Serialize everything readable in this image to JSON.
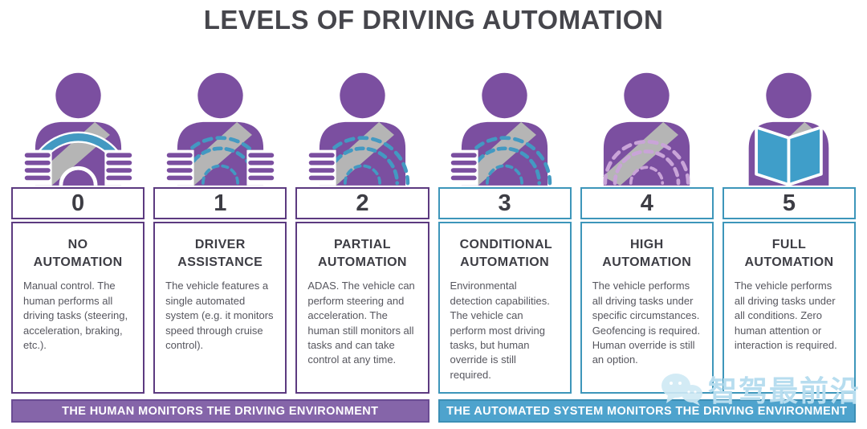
{
  "title": "LEVELS OF DRIVING AUTOMATION",
  "levels": [
    {
      "number": "0",
      "name": "NO AUTOMATION",
      "description": "Manual control. The human performs all driving tasks (steering, acceleration, braking, etc.).",
      "theme": "purple",
      "icon": "driver-hands-on-solid-wheel"
    },
    {
      "number": "1",
      "name": "DRIVER ASSISTANCE",
      "description": "The vehicle features a single automated system (e.g. it monitors speed through cruise control).",
      "theme": "purple",
      "icon": "driver-hands-on-dashed-wheel"
    },
    {
      "number": "2",
      "name": "PARTIAL AUTOMATION",
      "description": "ADAS. The vehicle can perform steering and acceleration. The human still monitors all tasks and can take control at any time.",
      "theme": "purple",
      "icon": "driver-one-hand-dashed-wheel"
    },
    {
      "number": "3",
      "name": "CONDITIONAL AUTOMATION",
      "description": "Environmental detection capabilities. The vehicle can perform most driving tasks, but human override is still required.",
      "theme": "teal",
      "icon": "driver-one-hand-dashed-wheel"
    },
    {
      "number": "4",
      "name": "HIGH AUTOMATION",
      "description": "The vehicle performs all driving tasks under specific circumstances. Geofencing is required. Human override is still an option.",
      "theme": "teal",
      "icon": "driver-no-hands-ghost-wheel"
    },
    {
      "number": "5",
      "name": "FULL AUTOMATION",
      "description": "The vehicle performs all driving tasks under all conditions. Zero human attention or interaction is required.",
      "theme": "teal",
      "icon": "passenger-reading-book"
    }
  ],
  "banners": {
    "human": "THE HUMAN MONITORS THE DRIVING ENVIRONMENT",
    "automated": "THE AUTOMATED SYSTEM MONITORS THE DRIVING ENVIRONMENT"
  },
  "watermark": {
    "text": "智驾最前沿"
  },
  "colors": {
    "person_purple": "#7b4fa0",
    "wheel_teal": "#4399c2",
    "ghost_wheel_purple": "#c9a4d8",
    "seatbelt_gray": "#b5b5b5",
    "book_blue": "#3f9ec9",
    "purple_border": "#5c3a80",
    "teal_border": "#3d96ba",
    "banner_purple": "#8565a9",
    "banner_blue": "#4ea3cd",
    "title_color": "#46464c",
    "watermark_blue": "#b7ddef"
  }
}
